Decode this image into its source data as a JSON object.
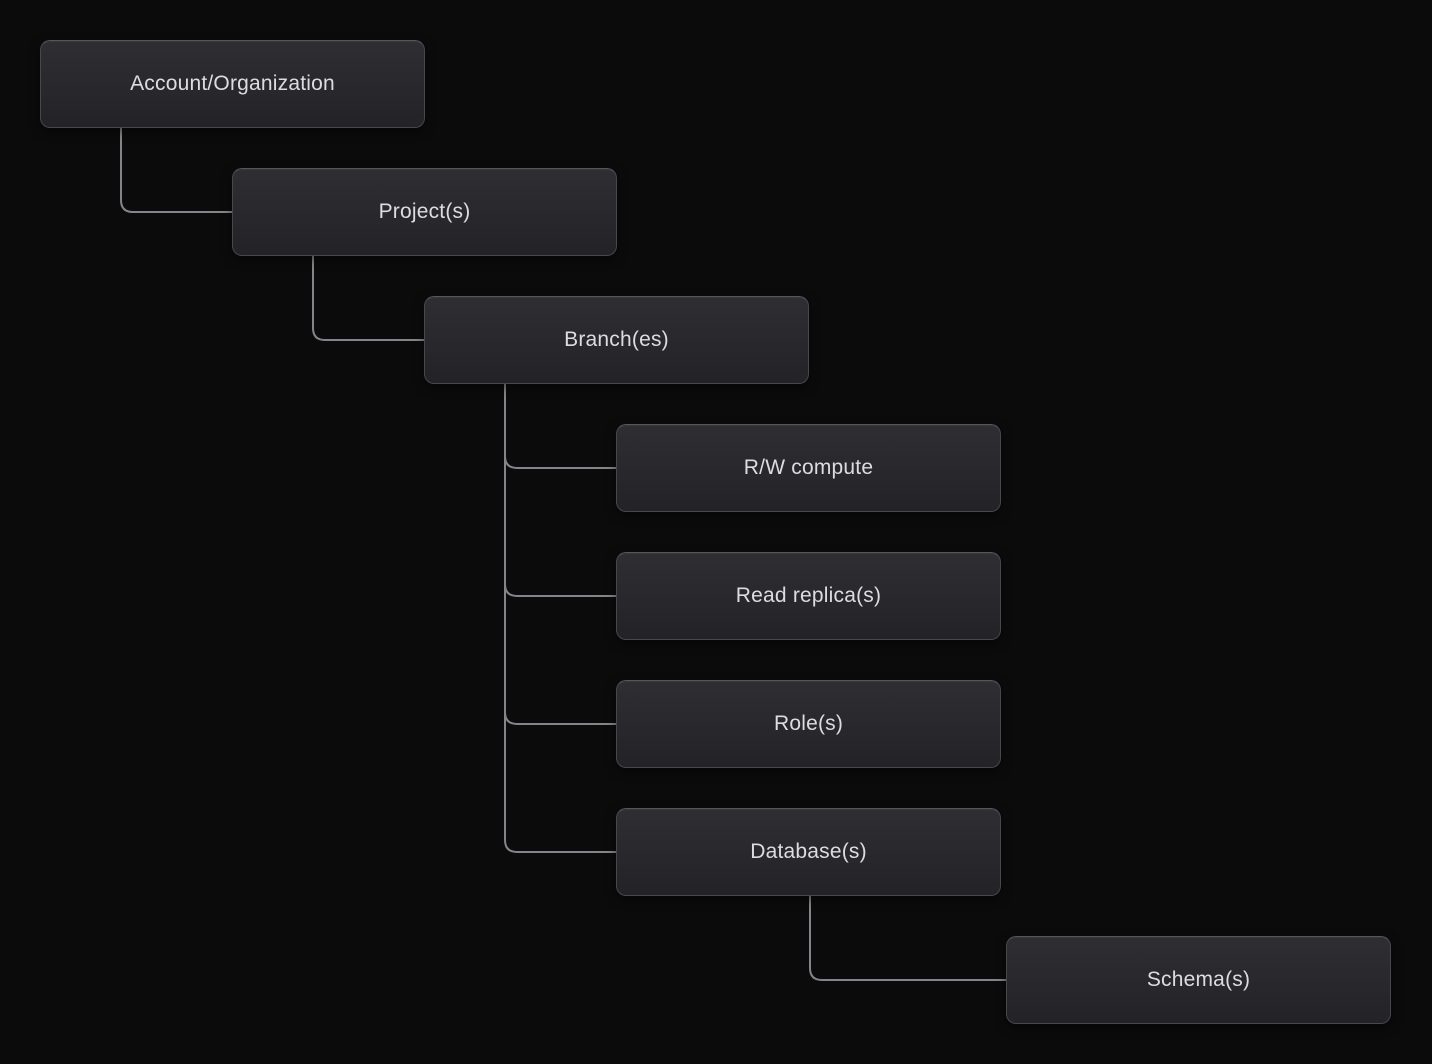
{
  "diagram": {
    "type": "tree",
    "background_color": "#0b0b0c",
    "node_fill_top": "#2e2e33",
    "node_fill_bottom": "#232327",
    "node_border_color": "#47474c",
    "node_text_color": "#dcdde0",
    "connector_color": "#84858a",
    "nodes": [
      {
        "id": "account",
        "label": "Account/Organization"
      },
      {
        "id": "projects",
        "label": "Project(s)"
      },
      {
        "id": "branches",
        "label": "Branch(es)"
      },
      {
        "id": "rw-compute",
        "label": "R/W compute"
      },
      {
        "id": "read-replicas",
        "label": "Read replica(s)"
      },
      {
        "id": "roles",
        "label": "Role(s)"
      },
      {
        "id": "databases",
        "label": "Database(s)"
      },
      {
        "id": "schemas",
        "label": "Schema(s)"
      }
    ],
    "edges": [
      {
        "from": "account",
        "to": "projects"
      },
      {
        "from": "projects",
        "to": "branches"
      },
      {
        "from": "branches",
        "to": "rw-compute"
      },
      {
        "from": "branches",
        "to": "read-replicas"
      },
      {
        "from": "branches",
        "to": "roles"
      },
      {
        "from": "branches",
        "to": "databases"
      },
      {
        "from": "databases",
        "to": "schemas"
      }
    ]
  }
}
